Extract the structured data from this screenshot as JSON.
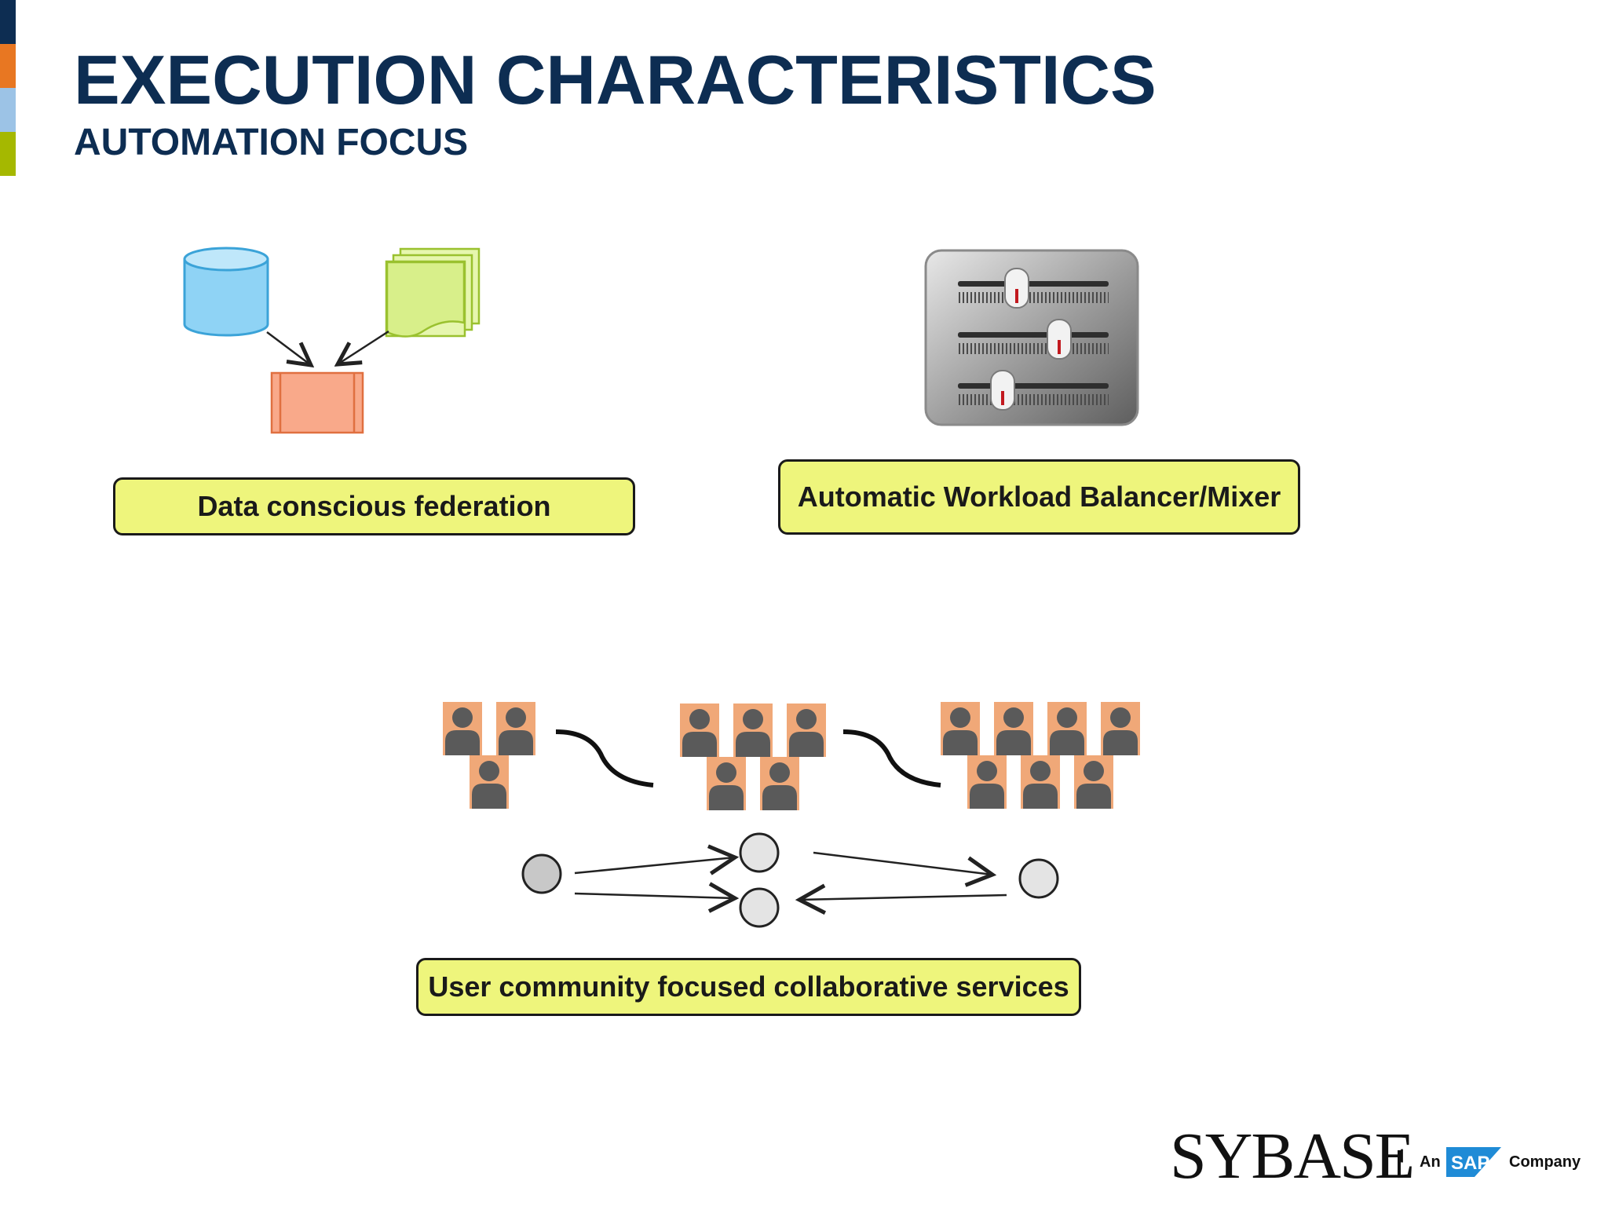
{
  "slide": {
    "title": "EXECUTION CHARACTERISTICS",
    "subtitle": "AUTOMATION FOCUS"
  },
  "panels": {
    "federation_label": "Data conscious federation",
    "workload_label": "Automatic Workload Balancer/Mixer",
    "community_label": "User community focused collaborative services"
  },
  "footer": {
    "logo_text": "SYBASE",
    "tag_an": "An",
    "tag_sap": "SAP",
    "tag_company": "Company"
  },
  "colors": {
    "title": "#0d2d52",
    "label_fill": "#eef57c",
    "accent_bars": [
      "#0d2d52",
      "#e87722",
      "#9cc3e6",
      "#a5b800"
    ],
    "database": "#8fd3f5",
    "document": "#d8ef8a",
    "process": "#f9a98a",
    "person_bg": "#f0a878",
    "person": "#5a5a5a"
  },
  "icons": [
    "database-icon",
    "document-stack-icon",
    "process-box-icon",
    "mixer-panel-icon",
    "people-group-icon",
    "network-node-icon"
  ]
}
